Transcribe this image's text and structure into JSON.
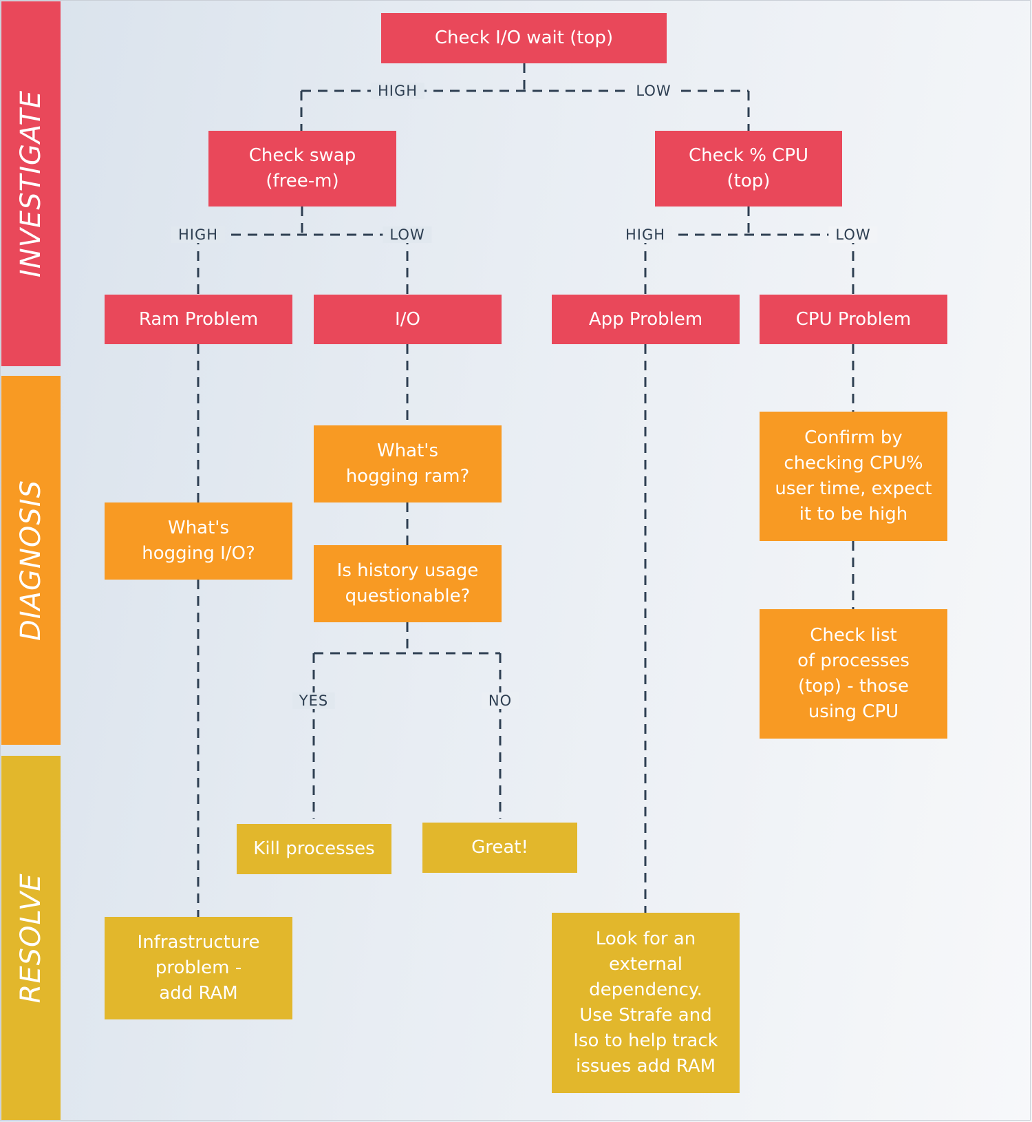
{
  "colors": {
    "investigate": "#e9485a",
    "diagnosis": "#f89a23",
    "resolve": "#e2b72c",
    "connector": "#2e3f52"
  },
  "bands": {
    "investigate": "INVESTIGATE",
    "diagnosis": "DIAGNOSIS",
    "resolve": "RESOLVE"
  },
  "nodes": {
    "check_io_wait": "Check I/O wait (top)",
    "check_swap": "Check swap\n(free-m)",
    "check_cpu": "Check % CPU\n(top)",
    "ram_problem": "Ram Problem",
    "io": "I/O",
    "app_problem": "App Problem",
    "cpu_problem": "CPU Problem",
    "hogging_ram": "What's\nhogging ram?",
    "hogging_io": "What's\nhogging I/O?",
    "history_usage": "Is history usage\nquestionable?",
    "confirm_cpu": "Confirm by\nchecking CPU%\nuser time, expect\nit to be high",
    "check_list": "Check list\nof processes\n(top) - those\nusing CPU",
    "kill_processes": "Kill processes",
    "great": "Great!",
    "infrastructure": "Infrastructure\nproblem -\nadd RAM",
    "external_dependency": "Look for an\nexternal\ndependency.\nUse Strafe and\nIso to help track\nissues add RAM"
  },
  "edge_labels": {
    "io_high": "HIGH",
    "io_low": "LOW",
    "swap_high": "HIGH",
    "swap_low": "LOW",
    "cpu_high": "HIGH",
    "cpu_low": "LOW",
    "history_yes": "YES",
    "history_no": "NO"
  }
}
